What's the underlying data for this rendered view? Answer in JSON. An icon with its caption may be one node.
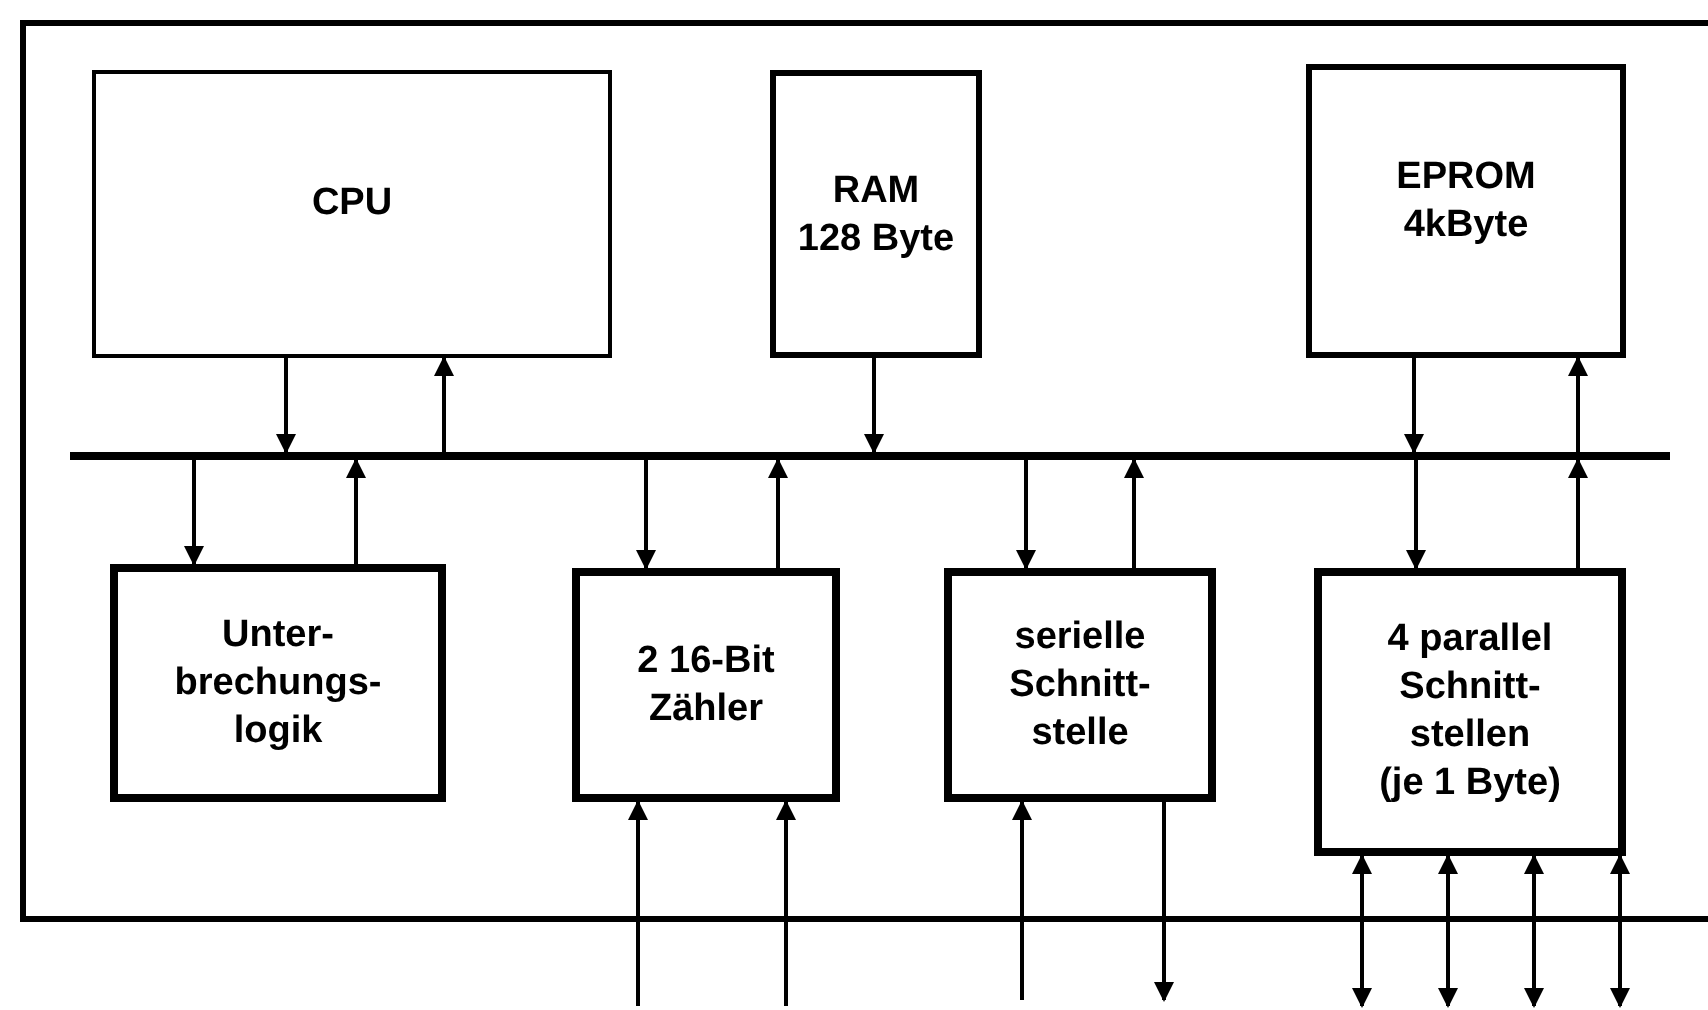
{
  "diagram": {
    "nodes": [
      {
        "text": [],
        "shape": "box"
      },
      {
        "text": [
          "CPU"
        ],
        "in": 0
      },
      {
        "text": [
          "RAM",
          "128 Byte"
        ],
        "in": 0
      },
      {
        "text": [
          "EPROM",
          "4kByte"
        ],
        "in": 0
      },
      {
        "text": [],
        "shape": "bar",
        "in": 0
      },
      {
        "text": [
          "Unter- brechungs- logik"
        ],
        "in": 0
      },
      {
        "text": [
          "2 16-Bit Zähler"
        ],
        "in": 0
      },
      {
        "text": [
          "serielle Schnitt- stelle"
        ],
        "in": 0
      },
      {
        "text": [
          "4 parallel Schnitt- stellen",
          "(je 1 Byte)"
        ],
        "in": 0
      }
    ],
    "edges": [
      {
        "from": 1,
        "to": 4,
        "arrow": "to"
      },
      {
        "from": 4,
        "to": 1,
        "arrow": "to"
      },
      {
        "from": 2,
        "to": 4,
        "arrow": "to"
      },
      {
        "from": 3,
        "to": 4,
        "arrow": "to"
      },
      {
        "from": 4,
        "to": 3,
        "arrow": "to"
      },
      {
        "from": 4,
        "to": 5,
        "arrow": "to"
      },
      {
        "from": 5,
        "to": 4,
        "arrow": "to"
      },
      {
        "from": 4,
        "to": 6,
        "arrow": "to"
      },
      {
        "from": 6,
        "to": 4,
        "arrow": "to"
      },
      {
        "from": 4,
        "to": 7,
        "arrow": "to"
      },
      {
        "from": 7,
        "to": 4,
        "arrow": "to"
      },
      {
        "from": 4,
        "to": 8,
        "arrow": "to"
      },
      {
        "from": 8,
        "to": 4,
        "arrow": "to"
      },
      {
        "from": null,
        "to": 6,
        "arrow": "to"
      },
      {
        "from": null,
        "to": 6,
        "arrow": "to"
      },
      {
        "from": null,
        "to": 7,
        "arrow": "to"
      },
      {
        "from": 7,
        "to": null,
        "arrow": "to"
      },
      {
        "from": null,
        "to": 8,
        "arrow": "both"
      },
      {
        "from": null,
        "to": 8,
        "arrow": "both"
      },
      {
        "from": null,
        "to": 8,
        "arrow": "both"
      },
      {
        "from": null,
        "to": 8,
        "arrow": "both"
      }
    ]
  }
}
